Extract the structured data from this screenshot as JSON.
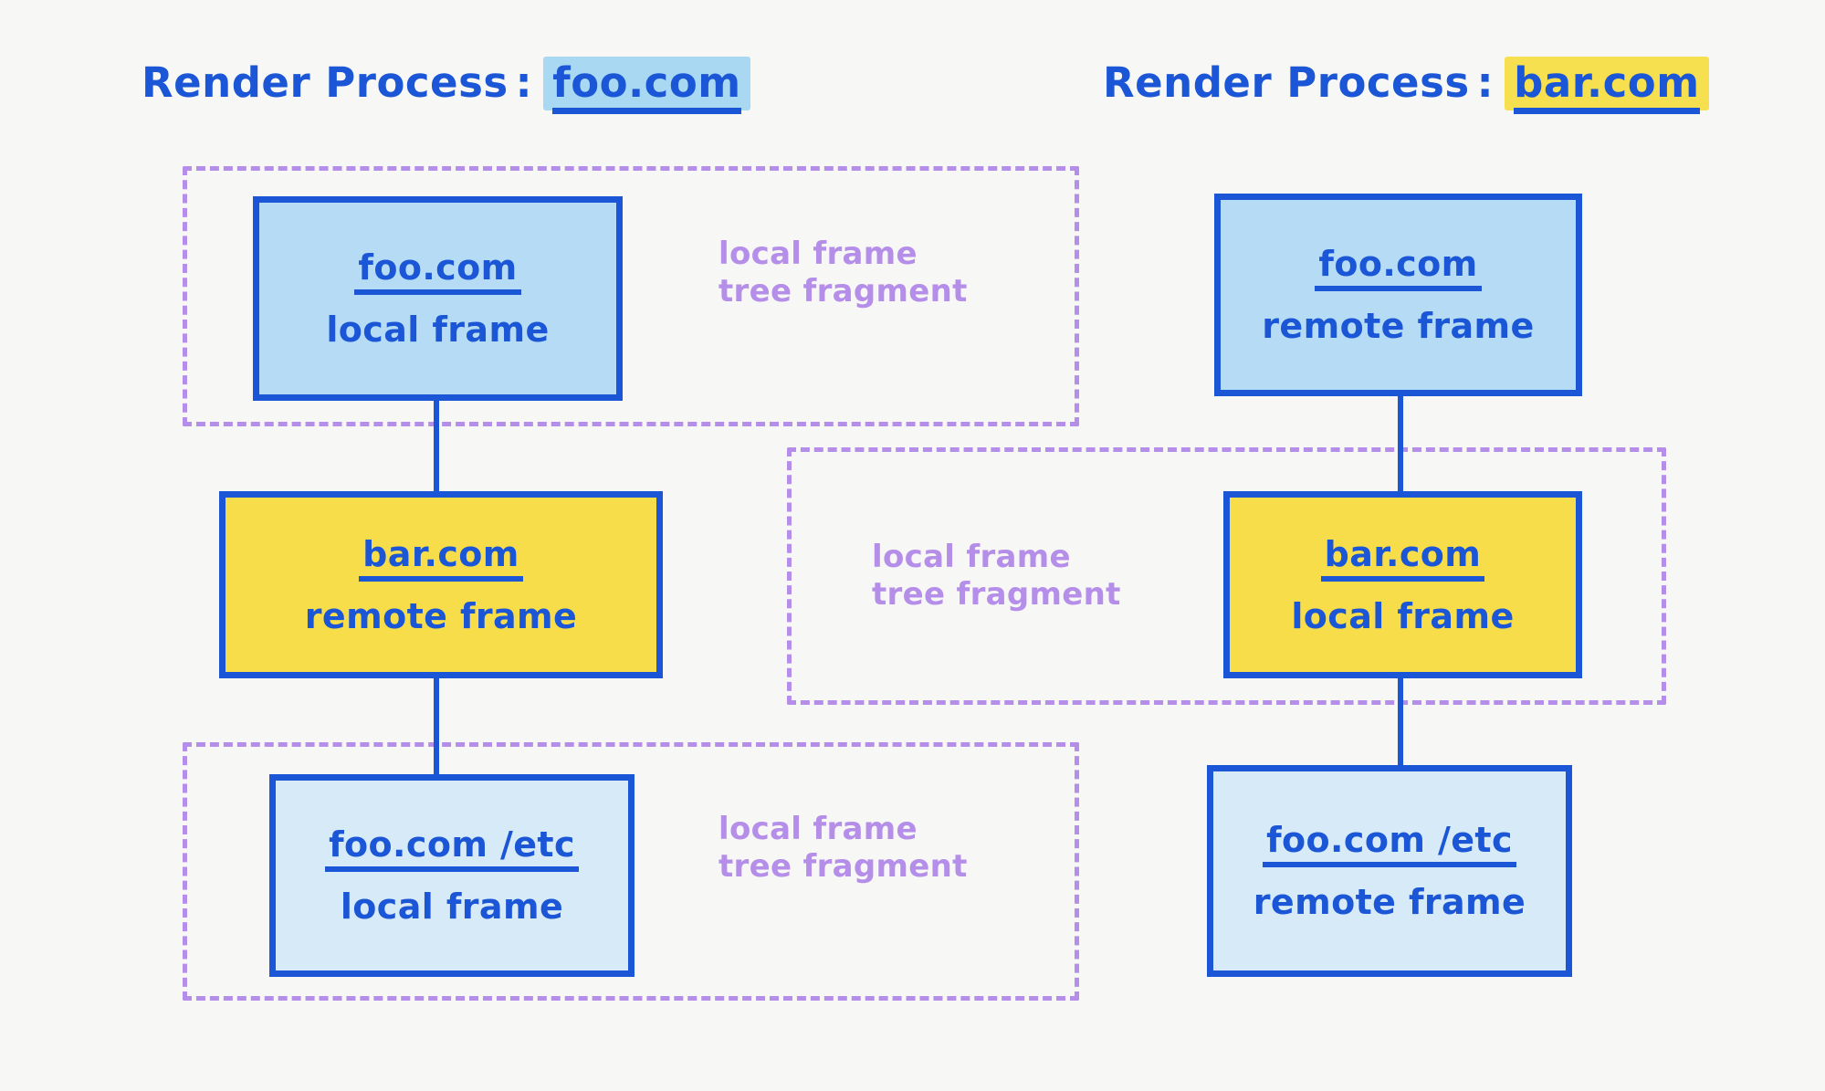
{
  "background_color": "#f7f7f5",
  "palette": {
    "ink_blue": "#1a56d6",
    "box_blue_mid": "#b5dcf4",
    "box_blue_light": "#d7eaf8",
    "box_yellow": "#f8dd4a",
    "fragment_purple": "#b48ee8",
    "highlight_blue": "#a8d8f2",
    "highlight_yellow": "#f7e04f"
  },
  "processes": [
    {
      "id": "foo",
      "title_label": "Render Process",
      "title_separator": ":",
      "title_host": "foo.com",
      "highlight": "blue",
      "frames": [
        {
          "host": "foo.com",
          "kind": "local frame",
          "fill": "blue-mid"
        },
        {
          "host": "bar.com",
          "kind": "remote frame",
          "fill": "yellow"
        },
        {
          "host": "foo.com /etc",
          "kind": "local frame",
          "fill": "blue-light"
        }
      ],
      "fragments": [
        {
          "caption": "local frame\ntree fragment"
        },
        {
          "caption": "local frame\ntree fragment"
        }
      ]
    },
    {
      "id": "bar",
      "title_label": "Render Process",
      "title_separator": ":",
      "title_host": "bar.com",
      "highlight": "yellow",
      "frames": [
        {
          "host": "foo.com",
          "kind": "remote frame",
          "fill": "blue-mid"
        },
        {
          "host": "bar.com",
          "kind": "local frame",
          "fill": "yellow"
        },
        {
          "host": "foo.com /etc",
          "kind": "remote frame",
          "fill": "blue-light"
        }
      ],
      "fragments": [
        {
          "caption": "local frame\ntree fragment"
        }
      ]
    }
  ],
  "fragments": {
    "foo_top": {
      "caption": "local frame\ntree fragment"
    },
    "middle": {
      "caption": "local frame\ntree fragment"
    },
    "foo_bottom": {
      "caption": "local frame\ntree fragment"
    }
  }
}
